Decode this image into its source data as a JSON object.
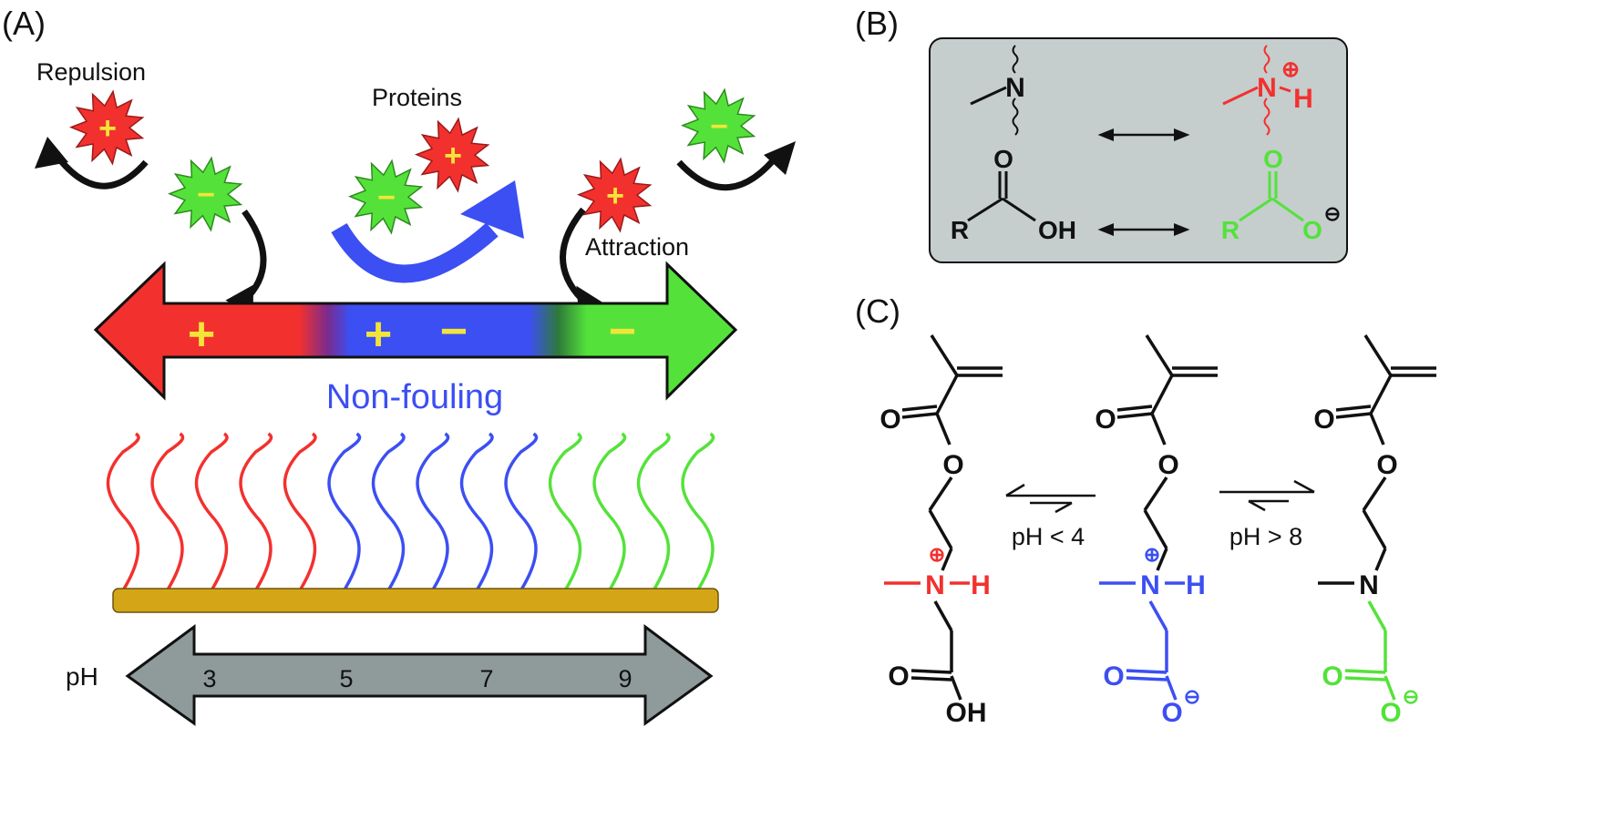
{
  "panels": {
    "A": {
      "label": "(A)"
    },
    "B": {
      "label": "(B)"
    },
    "C": {
      "label": "(C)"
    }
  },
  "panel_a": {
    "repulsion_label": "Repulsion",
    "proteins_label": "Proteins",
    "attraction_label": "Attraction",
    "nonfouling_label": "Non-fouling",
    "plus_sign": "+",
    "minus_sign": "−",
    "ph_label": "pH",
    "ph_ticks": [
      "3",
      "5",
      "7",
      "9"
    ]
  },
  "panel_b": {
    "amine_atom": "N",
    "protonated_atom": "N",
    "hydrogen": "H",
    "positive_charge": "⊕",
    "negative_charge": "⊖",
    "acid_r": "R",
    "acid_carbonyl_o": "O",
    "acid_oh": "OH",
    "anion_r": "R",
    "anion_carbonyl_o": "O",
    "anion_o": "O"
  },
  "panel_c": {
    "ph_low": "pH < 4",
    "ph_high": "pH > 8",
    "ester_carbonyl_o": "O",
    "ester_o": "O",
    "nitrogen": "N",
    "hydrogen": "H",
    "acid_carbonyl_o": "O",
    "acid_oh": "OH",
    "anion_o": "O",
    "positive_charge": "⊕",
    "negative_charge": "⊖"
  },
  "colors": {
    "cationic_red": "#f2312e",
    "zwitterion_blue": "#3c4ff2",
    "anionic_green": "#54e23a",
    "substrate_gold": "#d4a516",
    "ph_arrow_gray": "#8f9b9b",
    "box_gray": "#c5cdcd",
    "sign_yellow": "#f2e53a"
  }
}
